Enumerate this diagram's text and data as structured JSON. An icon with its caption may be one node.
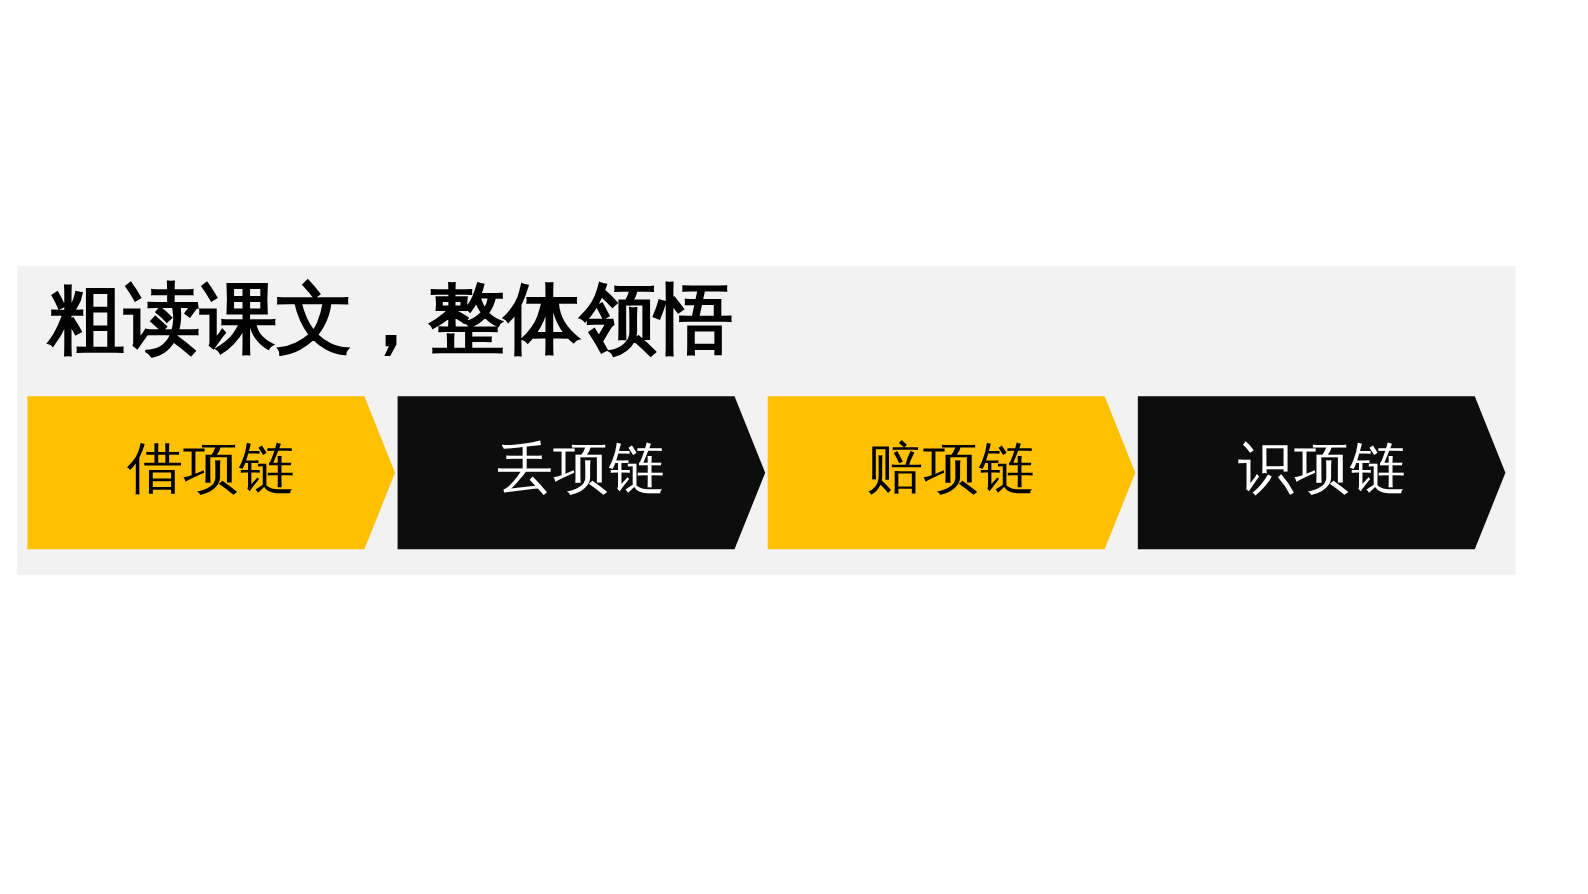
{
  "diagram": {
    "title": "粗读课文，整体领悟",
    "nodes": [
      {
        "text": [
          "借项链"
        ]
      },
      {
        "text": [
          "丢项链"
        ]
      },
      {
        "text": [
          "赔项链"
        ]
      },
      {
        "text": [
          "识项链"
        ]
      }
    ]
  }
}
